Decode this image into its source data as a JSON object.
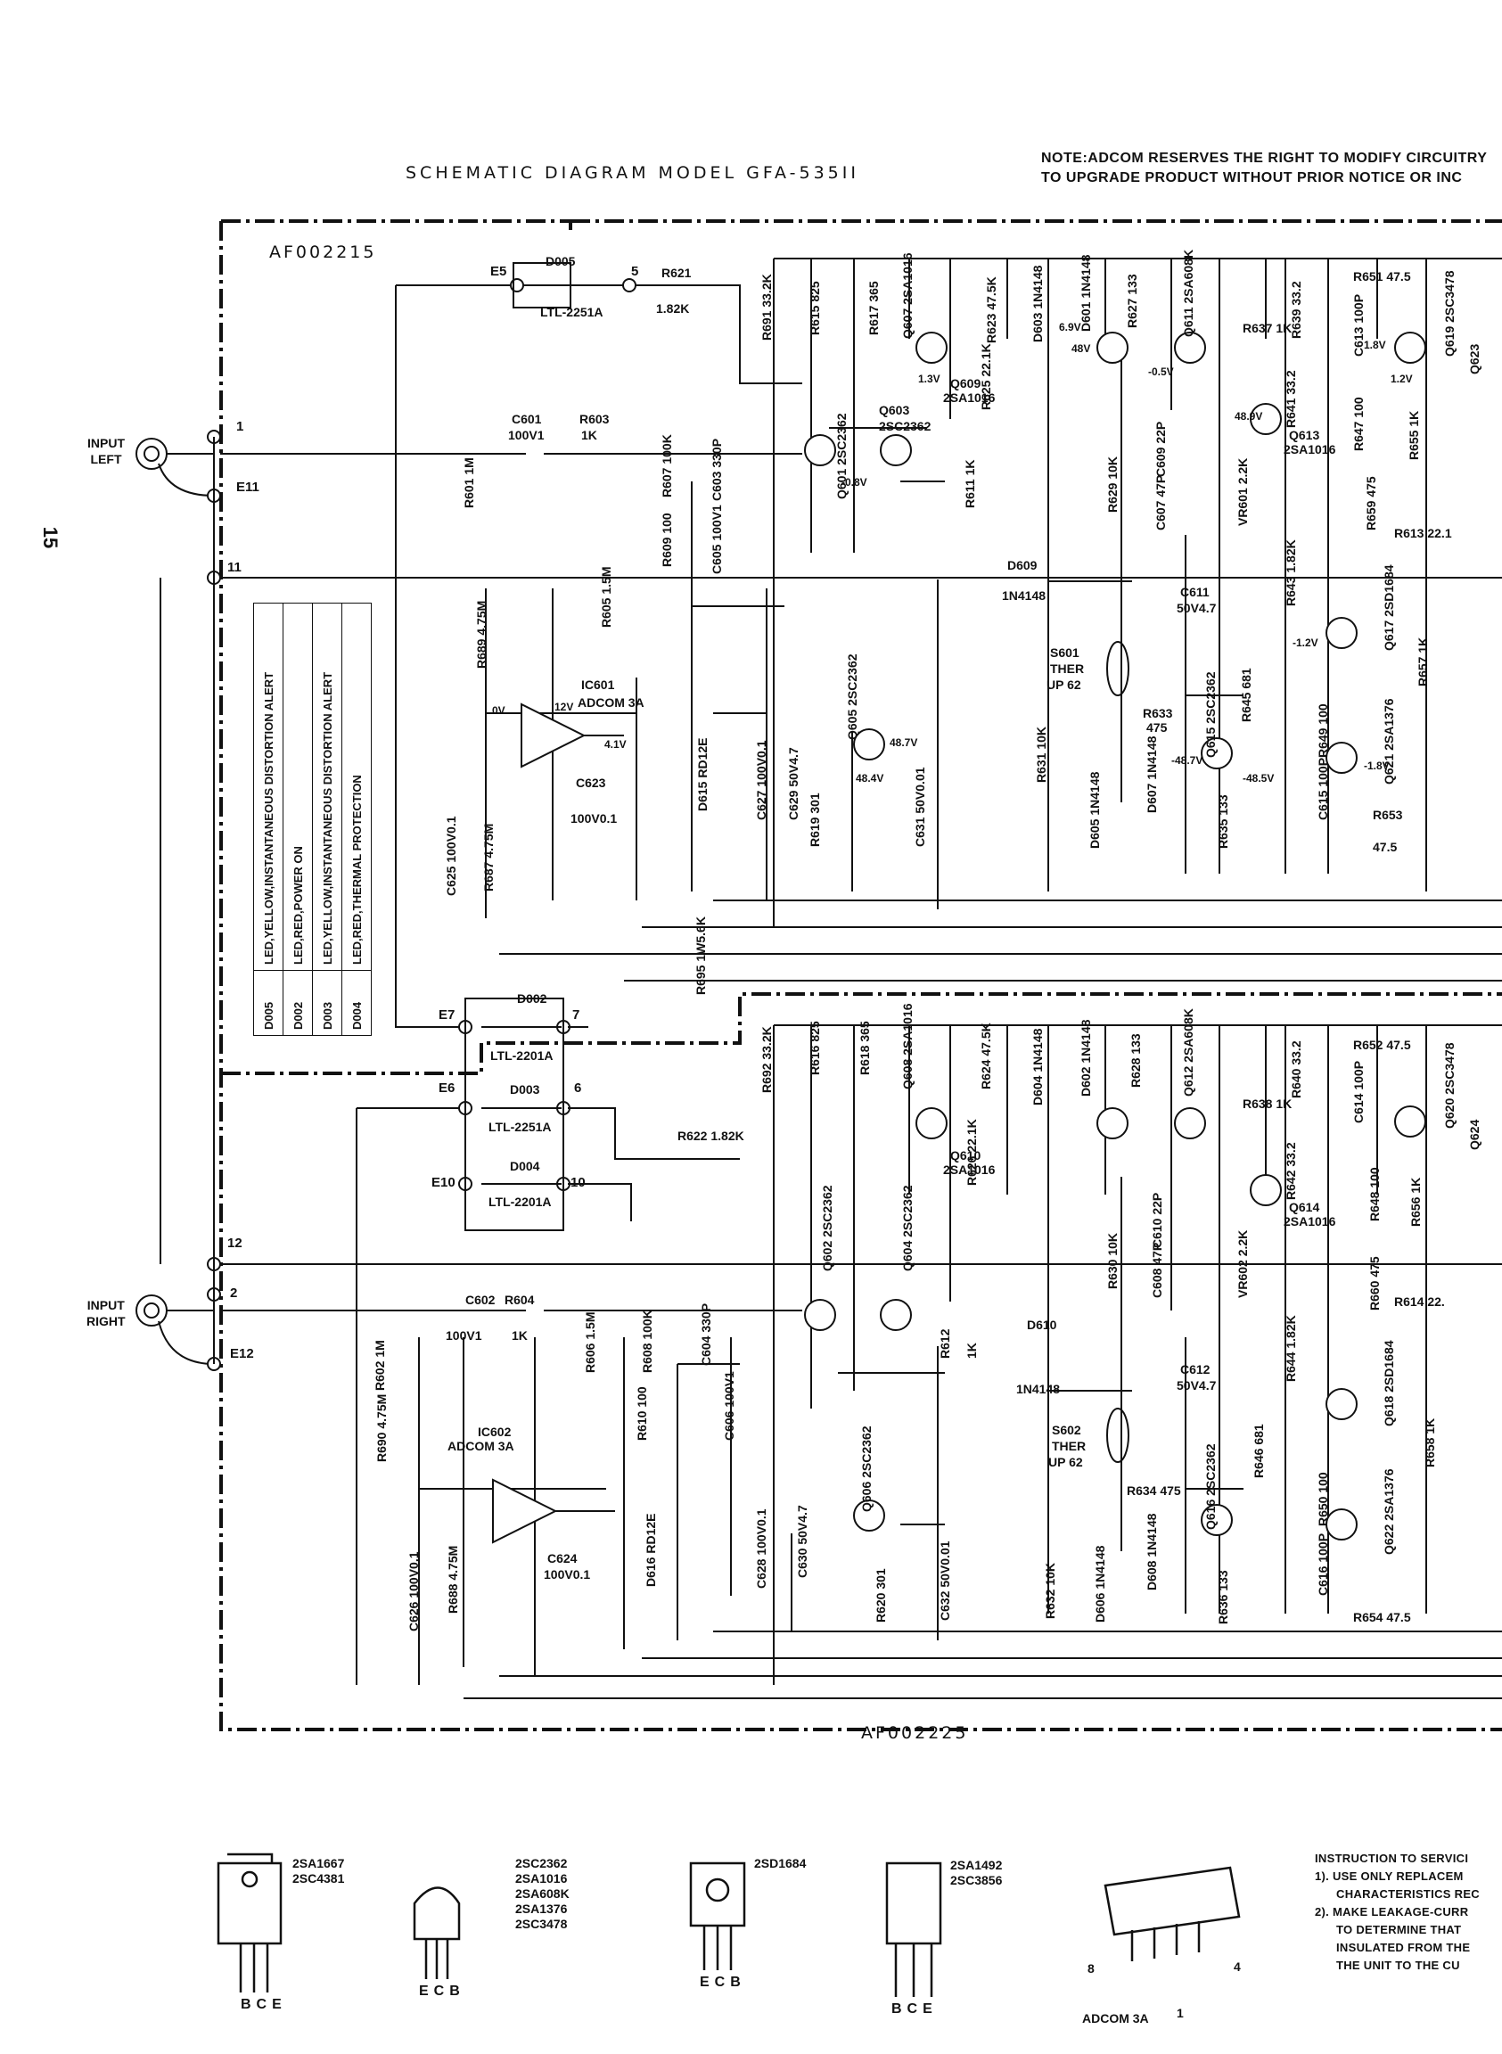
{
  "header": {
    "title": "SCHEMATIC DIAGRAM MODEL GFA-535II",
    "note_line1": "NOTE:ADCOM RESERVES THE RIGHT TO MODIFY CIRCUITRY",
    "note_line2": "TO UPGRADE PRODUCT WITHOUT PRIOR NOTICE OR INC"
  },
  "page_number": "15",
  "boards": {
    "top": "AF002215",
    "bottom": "AF002225"
  },
  "inputs": {
    "left": {
      "line1": "INPUT",
      "line2": "LEFT"
    },
    "right": {
      "line1": "INPUT",
      "line2": "RIGHT"
    }
  },
  "terminals": [
    "1",
    "E11",
    "11",
    "12",
    "2",
    "E12",
    "E5",
    "5",
    "E7",
    "7",
    "E6",
    "6",
    "E10",
    "10"
  ],
  "legend": [
    {
      "code": "D005",
      "desc": "LED,YELLOW,INSTANTANEOUS DISTORTION ALERT"
    },
    {
      "code": "D002",
      "desc": "LED,RED,POWER ON"
    },
    {
      "code": "D003",
      "desc": "LED,YELLOW,INSTANTANEOUS DISTORTION ALERT"
    },
    {
      "code": "D004",
      "desc": "LED,RED,THERMAL PROTECTION"
    }
  ],
  "components_top": {
    "d005": "D005",
    "ltl2251a": "LTL-2251A",
    "r621": "R621",
    "r621v": "1.82K",
    "c601": "C601",
    "c601v": "100V1",
    "r603": "R603",
    "r603v": "1K",
    "r601": "R601 1M",
    "r689": "R689 4.75M",
    "r605": "R605 1.5M",
    "ic601": "IC601",
    "ic601v": "ADCOM 3A",
    "c623": "C623",
    "c623v": "100V0.1",
    "c625": "C625 100V0.1",
    "r687": "R687 4.75M",
    "r691": "R691 33.2K",
    "r615": "R615 825",
    "r617": "R617 365",
    "q607": "Q607 2SA1016",
    "r623": "R623 47.5K",
    "r625": "R625 22.1K",
    "d603": "D603 1N4148",
    "d601": "D601 1N4148",
    "r627": "R627 133",
    "q609": "Q609",
    "q609v": "2SA1016",
    "q611": "Q611 2SA608K",
    "r637": "R637 1K",
    "r639": "R639 33.2",
    "r641": "R641 33.2",
    "q613": "Q613",
    "q613v": "2SA1016",
    "c613": "C613 100P",
    "r651": "R651 47.5",
    "q619": "Q619 2SC3478",
    "r647": "R647 100",
    "r655": "R655 1K",
    "q601": "Q601 2SC2362",
    "q603": "Q603",
    "q603v": "2SC2362",
    "r607": "R607 100K",
    "c603": "C603 330P",
    "r609": "R609 100",
    "c605": "C605 100V1",
    "r611": "R611 1K",
    "r629": "R629 10K",
    "c609": "C609 22P",
    "c607": "C607 47P",
    "vr601": "VR601 2.2K",
    "r659": "R659 475",
    "r613": "R613 22.1",
    "d609": "D609",
    "d609v": "1N4148",
    "c611": "C611",
    "c611v": "50V4.7",
    "r643": "R643 1.82K",
    "q617": "Q617 2SD1684",
    "s601": "S601",
    "s601a": "THER",
    "s601b": "UP 62",
    "q605": "Q605 2SC2362",
    "q615": "Q615 2SC2362",
    "r645": "R645 681",
    "r657": "R657 1K",
    "r633": "R633",
    "r633v": "475",
    "q621": "Q621 2SA1376",
    "d615": "D615 RD12E",
    "c627": "C627 100V0.1",
    "c629": "C629 50V4.7",
    "r619": "R619 301",
    "c631": "C631 50V0.01",
    "r631": "R631 10K",
    "d605": "D605 1N4148",
    "d607": "D607 1N4148",
    "r635": "R635 133",
    "r649": "R649 100",
    "c615": "C615 100P",
    "r653": "R653",
    "r653v": "47.5",
    "q623": "Q623"
  },
  "components_bottom": {
    "r695": "R695 1W5.6K",
    "d002": "D002",
    "ltl2201a_1": "LTL-2201A",
    "d003": "D003",
    "ltl2251a_2": "LTL-2251A",
    "d004": "D004",
    "ltl2201a_2": "LTL-2201A",
    "r622": "R622 1.82K",
    "r692": "R692 33.2K",
    "r616": "R616 825",
    "r618": "R618 365",
    "q608": "Q608 2SA1016",
    "r624": "R624 47.5K",
    "r626": "R626 22.1K",
    "d604": "D604 1N4148",
    "d602": "D602 1N4148",
    "r628": "R628 133",
    "q610": "Q610",
    "q610v": "2SA1016",
    "q612": "Q612 2SA608K",
    "r638": "R638 1K",
    "r640": "R640 33.2",
    "r642": "R642 33.2",
    "q614": "Q614",
    "q614v": "2SA1016",
    "c614": "C614 100P",
    "r652": "R652 47.5",
    "q620": "Q620 2SC3478",
    "q624": "Q624",
    "r648": "R648 100",
    "r656": "R656 1K",
    "c602": "C602",
    "c602v": "100V1",
    "r604": "R604",
    "r604v": "1K",
    "r602": "R602 1M",
    "r606": "R606 1.5M",
    "r608": "R608 100K",
    "c604": "C604 330P",
    "q602": "Q602 2SC2362",
    "q604": "Q604 2SC2362",
    "r612": "R612",
    "r612v": "1K",
    "r630": "R630 10K",
    "c610": "C610 22P",
    "c608": "C608 47P",
    "vr602": "VR602 2.2K",
    "r660": "R660 475",
    "r614": "R614 22.",
    "r690": "R690 4.75M",
    "ic602": "IC602",
    "ic602v": "ADCOM 3A",
    "r610": "R610 100",
    "c606": "C606 100V1",
    "d610": "D610",
    "d610v": "1N4148",
    "c612": "C612",
    "c612v": "50V4.7",
    "r644": "R644 1.82K",
    "q618": "Q618 2SD1684",
    "s602": "S602",
    "s602a": "THER",
    "s602b": "UP 62",
    "q606": "Q606 2SC2362",
    "q616": "Q616 2SC2362",
    "r646": "R646 681",
    "r658": "R658 1K",
    "r634": "R634 475",
    "q622": "Q622 2SA1376",
    "r650": "R650 100",
    "d616": "D616 RD12E",
    "c628": "C628 100V0.1",
    "c630": "C630 50V4.7",
    "r620": "R620 301",
    "c632": "C632 50V0.01",
    "r632": "R632 10K",
    "d606": "D606 1N4148",
    "d608": "D608 1N4148",
    "r636": "R636 133",
    "c616": "C616 100P",
    "c624": "C624",
    "c624v": "100V0.1",
    "c626": "C626 100V0.1",
    "r688": "R688 4.75M",
    "r654": "R654 47.5"
  },
  "voltages": [
    "12V",
    "0V",
    "4.1V",
    "-0.8V",
    "1.3V",
    "6.9V",
    "48V",
    "-0.5V",
    "48.9V",
    "1.8V",
    "1.2V",
    "-1.2V",
    "-1.8V",
    "-48.7V",
    "48.4V",
    "-48.5V",
    "48.7V"
  ],
  "packages": [
    {
      "a": "2SA1667",
      "b": "2SC4381",
      "pins": "BCE"
    },
    {
      "a": "2SC2362",
      "b": "2SA1016",
      "c": "2SA608K",
      "d": "2SA1376",
      "e": "2SC3478",
      "pins": "ECB"
    },
    {
      "a": "2SD1684",
      "pins": "ECB"
    },
    {
      "a": "2SA1492",
      "b": "2SC3856",
      "pins": "BCE"
    },
    {
      "a": "ADCOM 3A",
      "pin8": "8",
      "pin4": "4",
      "pin1": "1"
    }
  ],
  "instructions": {
    "line1": "INSTRUCTION TO SERVICI",
    "line2": "1). USE ONLY REPLACEM",
    "line3": "CHARACTERISTICS REC",
    "line4": "2). MAKE LEAKAGE-CURR",
    "line5": "TO DETERMINE THAT",
    "line6": "INSULATED FROM THE",
    "line7": "THE UNIT TO THE CU"
  }
}
